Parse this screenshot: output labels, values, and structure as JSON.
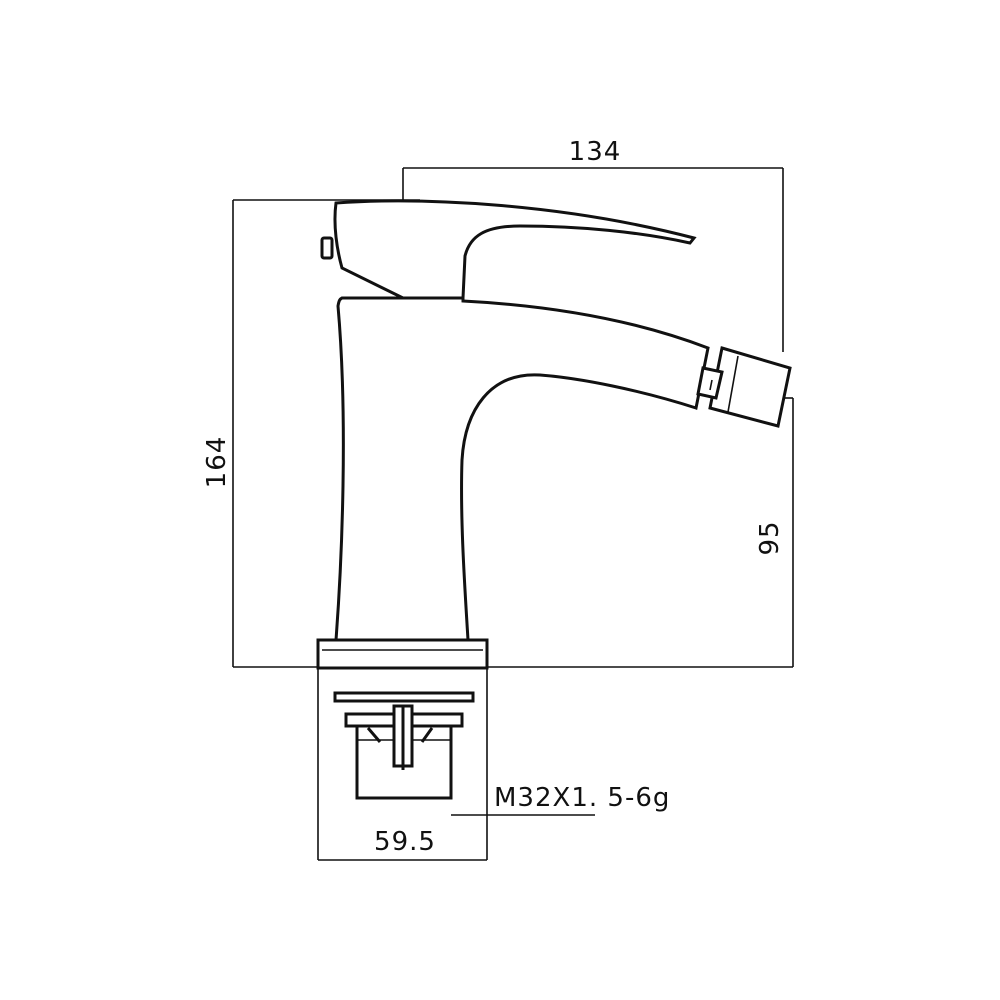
{
  "drawing": {
    "dimensions": {
      "overall_width": "134",
      "overall_height": "164",
      "spout_height": "95",
      "base_width": "59.5",
      "thread_spec": "M32X1. 5-6g"
    },
    "colors": {
      "line": "#111111",
      "background": "#ffffff"
    }
  }
}
